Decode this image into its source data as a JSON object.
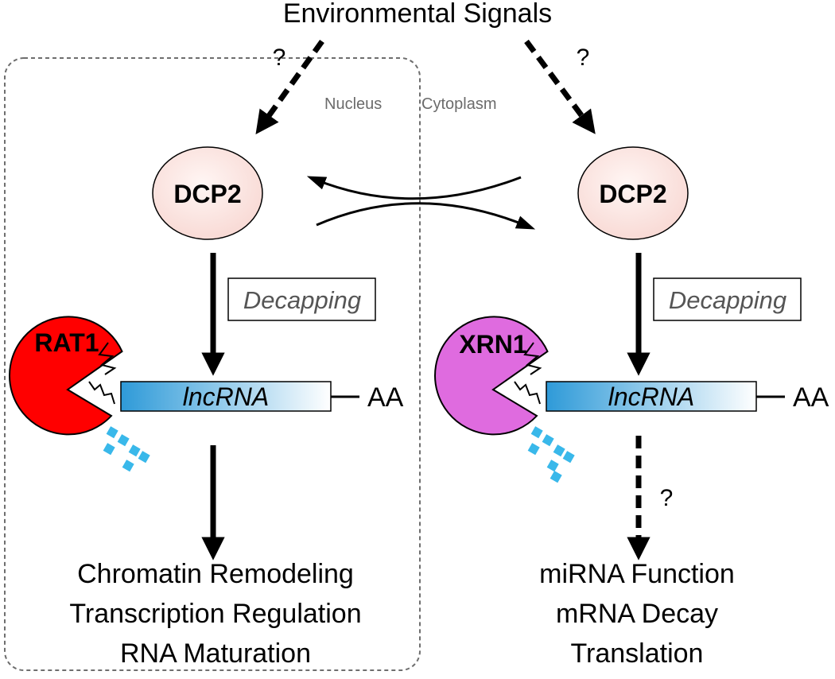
{
  "header": {
    "title": "Environmental Signals"
  },
  "compartments": {
    "nucleus": "Nucleus",
    "cytoplasm": "Cytoplasm"
  },
  "signals": {
    "left_unknown": "?",
    "right_unknown": "?"
  },
  "nucleus": {
    "enzyme": "DCP2",
    "process": "Decapping",
    "exonuclease": "RAT1",
    "rna": "lncRNA",
    "tail": "AA",
    "outcomes": [
      "Chromatin Remodeling",
      "Transcription Regulation",
      "RNA Maturation"
    ]
  },
  "cytoplasm": {
    "enzyme": "DCP2",
    "process": "Decapping",
    "exonuclease": "XRN1",
    "rna": "lncRNA",
    "tail": "AA",
    "unknown": "?",
    "outcomes": [
      "miRNA Function",
      "mRNA Decay",
      "Translation"
    ]
  },
  "colors": {
    "rat1": "#ff0000",
    "xrn1": "#df6bdf",
    "dcp2_fill": "#fbe4e1",
    "rna_gradient_start": "#2e9ad8",
    "rna_gradient_end": "#ffffff",
    "fragments": "#39b8ea",
    "nucleus_border": "#6e6e6e",
    "label_gray": "#6b6b6b"
  }
}
